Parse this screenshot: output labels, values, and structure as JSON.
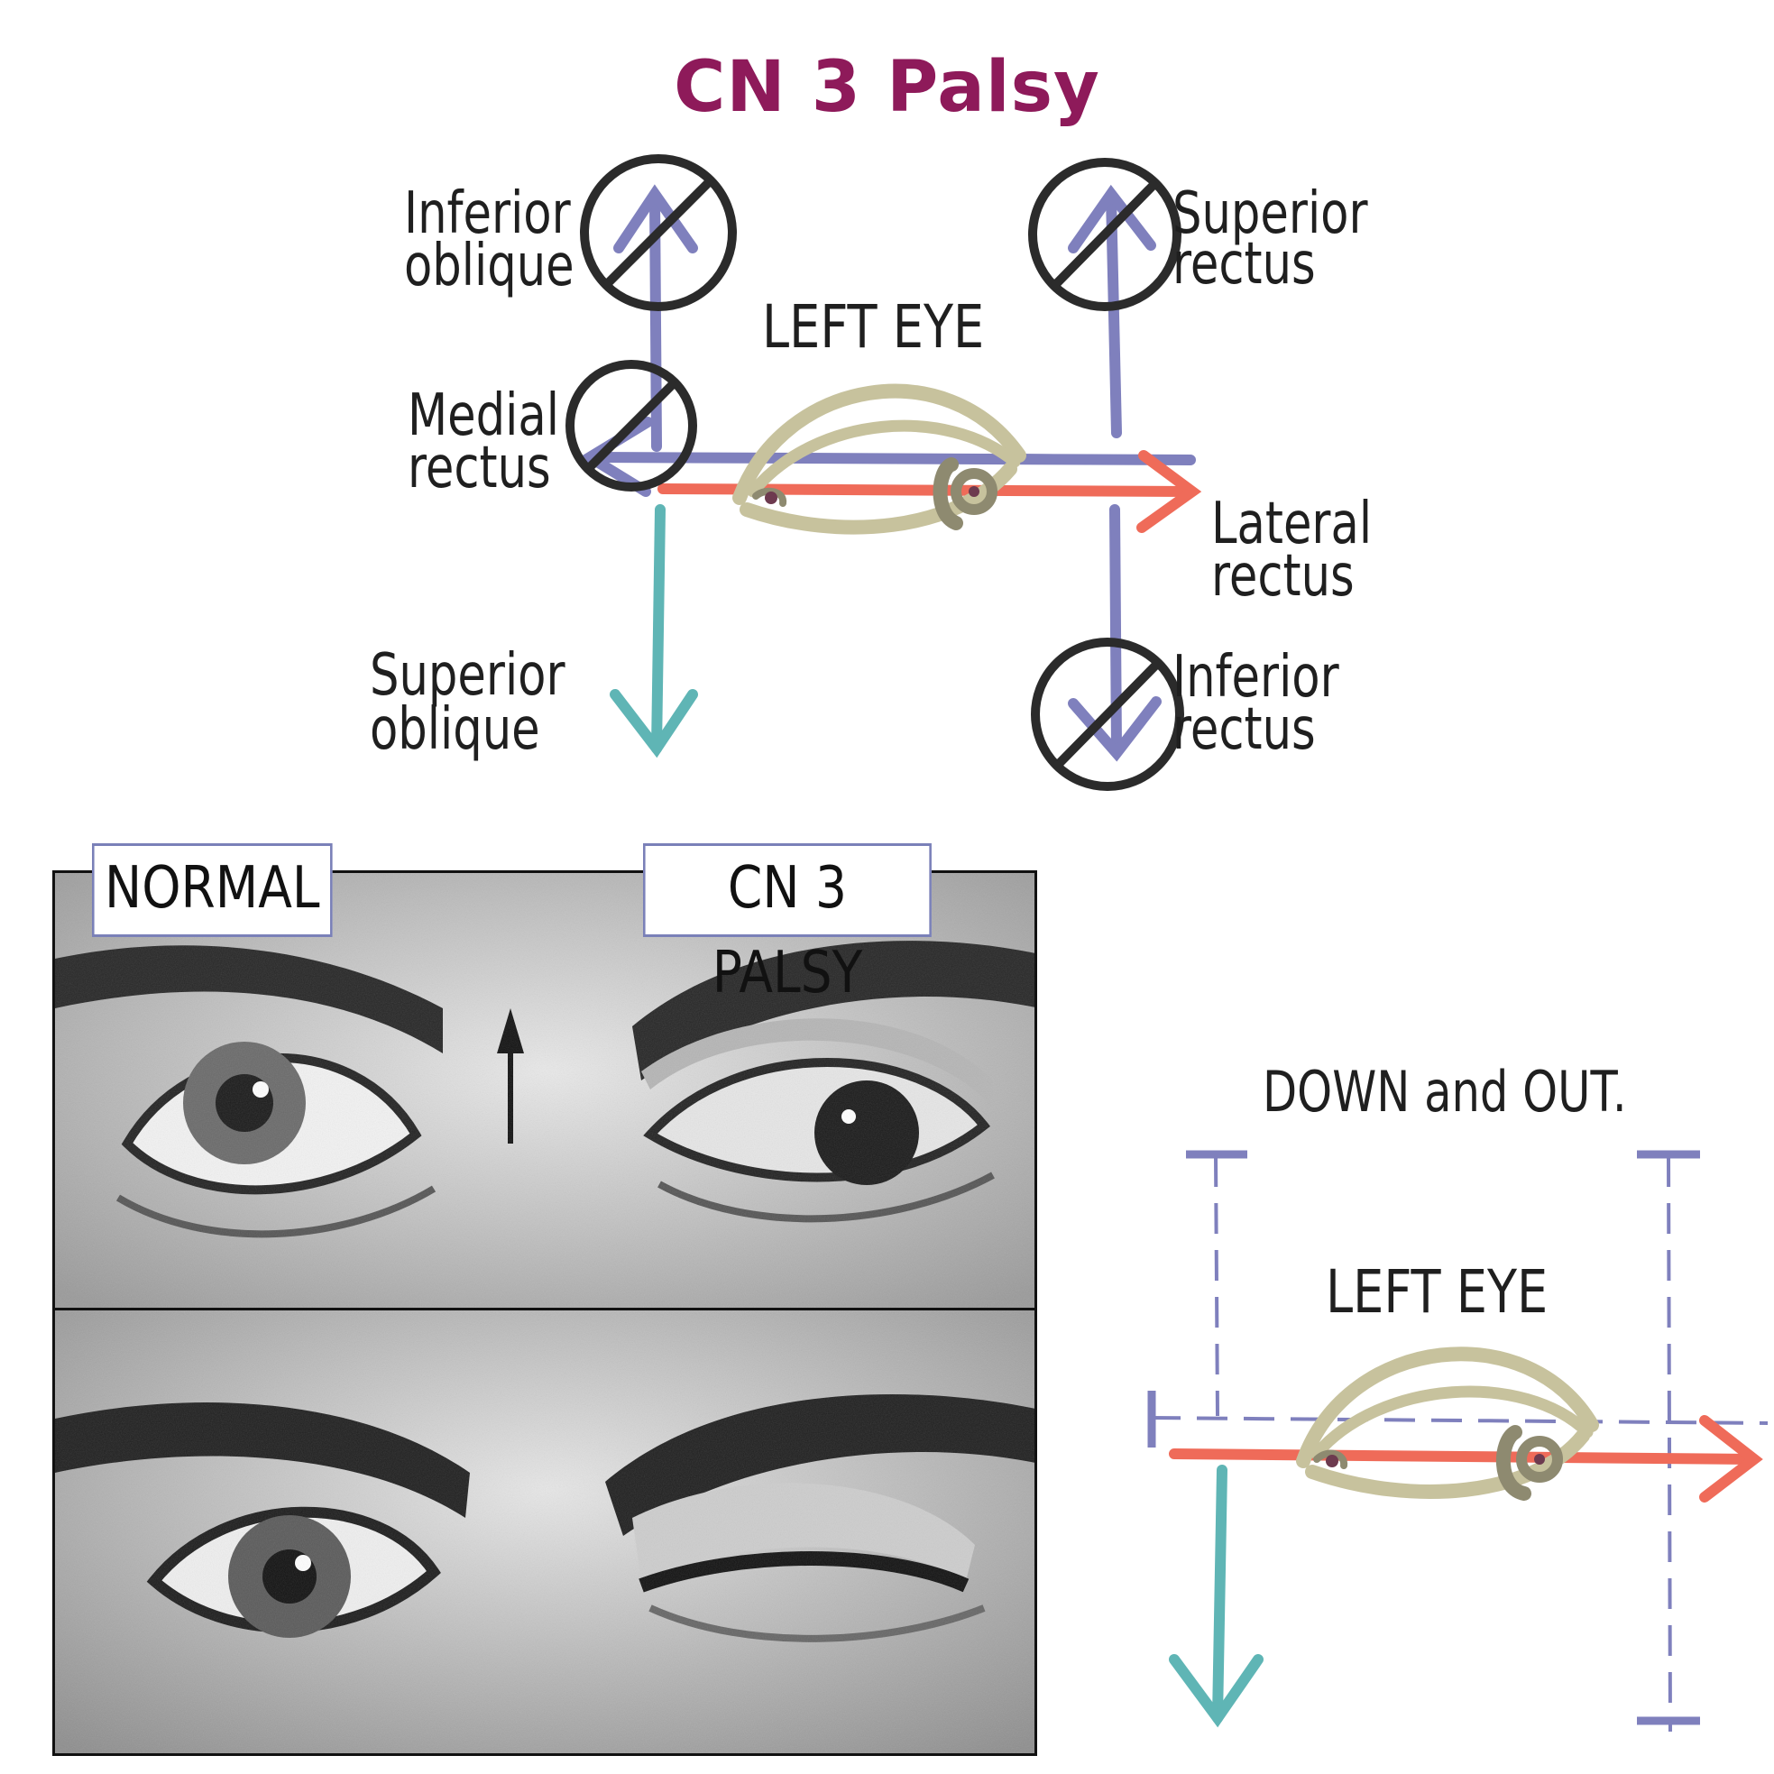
{
  "title": "CN 3 Palsy",
  "top_diagram": {
    "eye_label": "LEFT EYE",
    "muscles": {
      "inferior_oblique": [
        "Inferior",
        "oblique"
      ],
      "superior_rectus": [
        "Superior",
        "rectus"
      ],
      "medial_rectus": [
        "Medial",
        "rectus"
      ],
      "lateral_rectus": [
        "Lateral",
        "rectus"
      ],
      "superior_oblique": [
        "Superior",
        "oblique"
      ],
      "inferior_rectus": [
        "Inferior",
        "rectus"
      ]
    }
  },
  "photos": {
    "normal_label": "NORMAL",
    "palsy_label": "CN 3 PALSY"
  },
  "bottom_diagram": {
    "caption": "DOWN and OUT.",
    "eye_label": "LEFT EYE"
  },
  "colors": {
    "title": "#8e1a5a",
    "blocked_arrow": "#7f80bd",
    "lateral_arrow": "#ef6b59",
    "superior_oblique_arrow": "#5fb5b5",
    "eyelid": "#c7c29d",
    "iris": "#8e8a70"
  }
}
